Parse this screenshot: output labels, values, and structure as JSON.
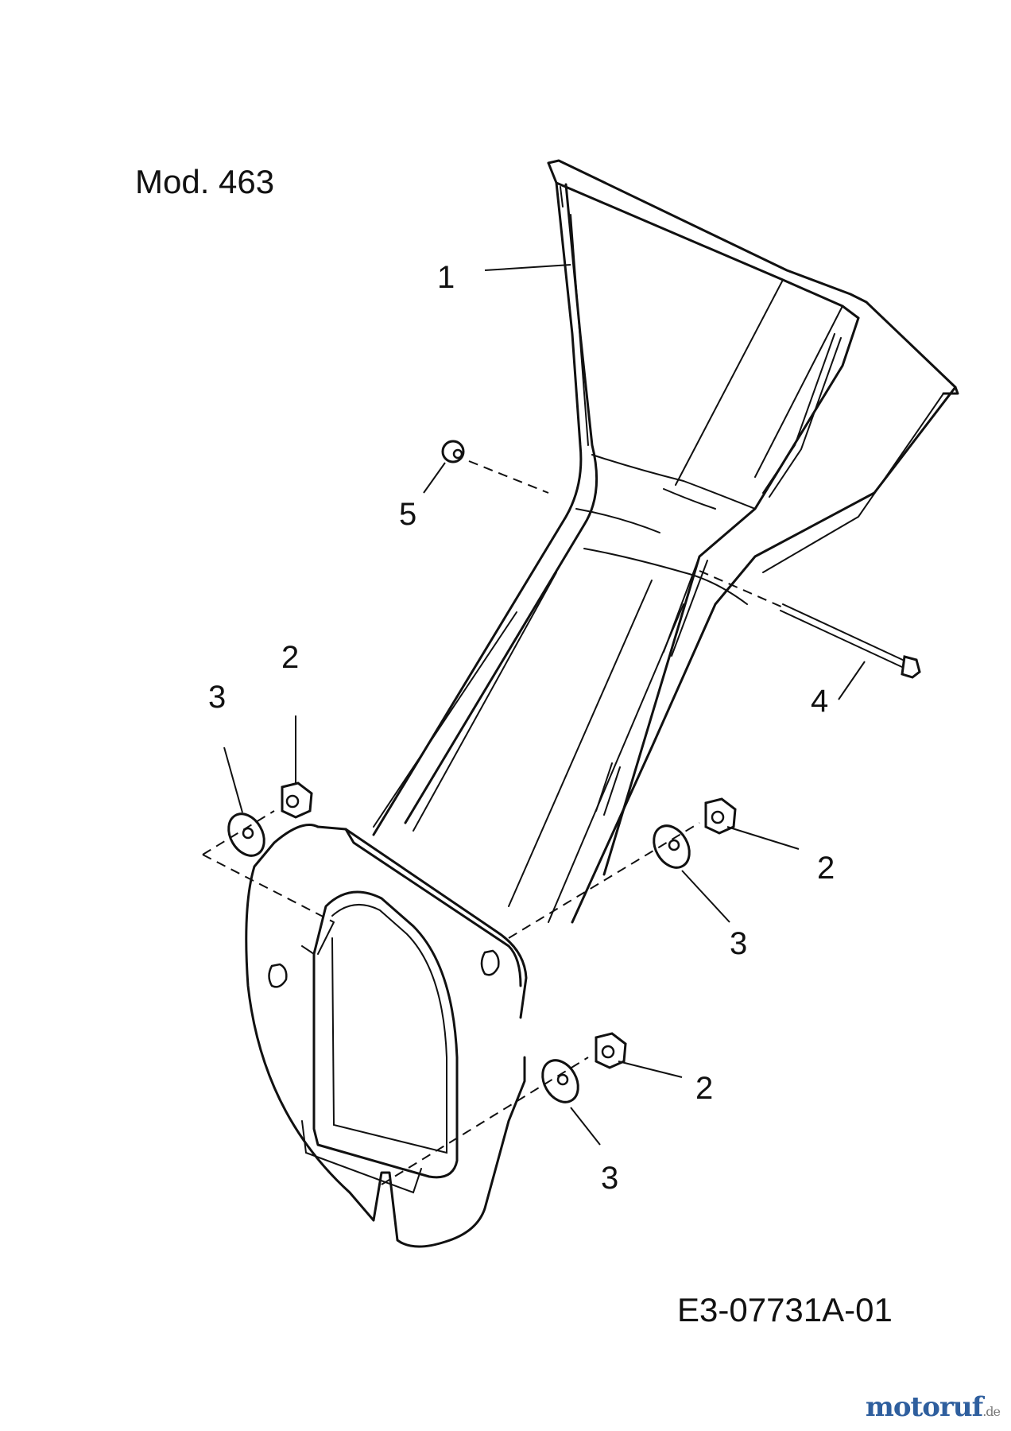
{
  "diagram": {
    "model": "Mod. 463",
    "drawing_code": "E3-07731A-01",
    "callouts": {
      "c1": "1",
      "c2a": "2",
      "c2b": "2",
      "c2c": "2",
      "c3a": "3",
      "c3b": "3",
      "c3c": "3",
      "c4": "4",
      "c5": "5"
    }
  },
  "watermark": {
    "brand": "motoruf",
    "suffix": ".de"
  }
}
